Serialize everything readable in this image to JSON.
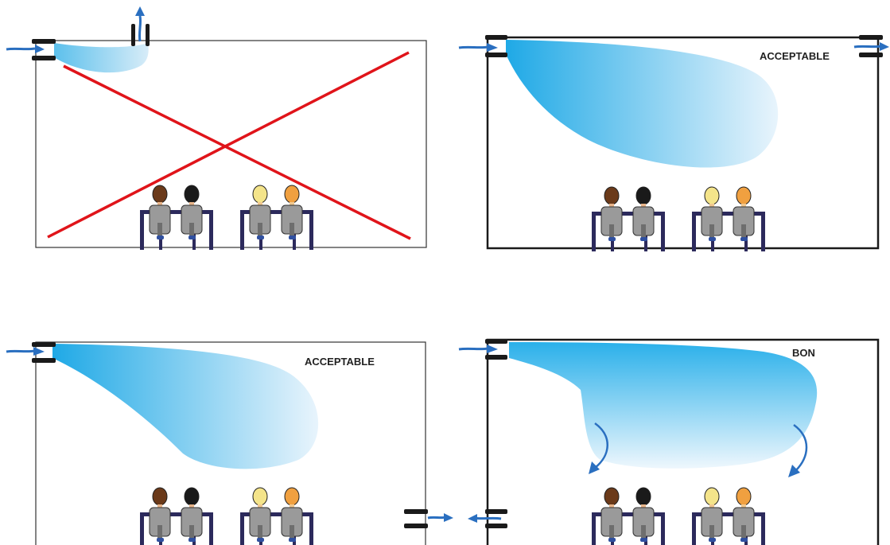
{
  "panels": [
    {
      "id": "p1",
      "label": "",
      "verdict": "rejected"
    },
    {
      "id": "p2",
      "label": "ACCEPTABLE",
      "verdict": "acceptable"
    },
    {
      "id": "p3",
      "label": "ACCEPTABLE",
      "verdict": "acceptable"
    },
    {
      "id": "p4",
      "label": "BON",
      "verdict": "good"
    }
  ],
  "colors": {
    "wall": "#1a1a1a",
    "wall_thin": "#333333",
    "air_dark": "#1fa9e6",
    "air_light": "#e8f4fc",
    "arrow": "#2a6fc0",
    "cross": "#e0141a",
    "chair": "#2c2a5c",
    "body": "#9a9a9a"
  },
  "people": [
    {
      "name": "person-brown-hair",
      "hair": "#6b3a1a",
      "skin": "#e8b58a"
    },
    {
      "name": "person-black-hair",
      "hair": "#1a1a1a",
      "skin": "#e8b58a"
    },
    {
      "name": "person-blonde-hair",
      "hair": "#f4e48a",
      "skin": "#f0c890"
    },
    {
      "name": "person-orange-hair",
      "hair": "#f0a040",
      "skin": "#f0c890"
    }
  ]
}
